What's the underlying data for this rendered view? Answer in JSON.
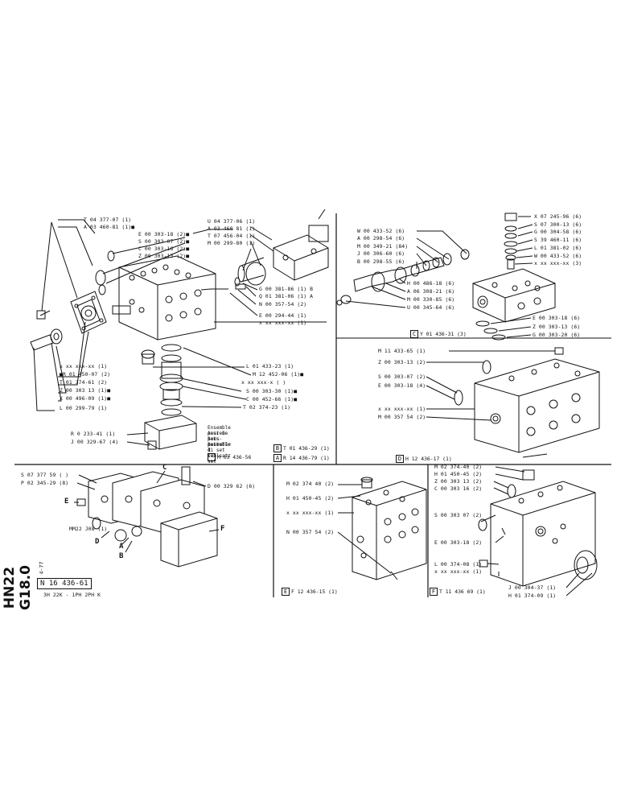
{
  "side_title": "HN22 G18.0",
  "side_small": "4-77",
  "drawing_number": "N 16 436-61",
  "drawing_subtitle": "3H 22K - 1PH   2PH  K",
  "group_A": {
    "labels": [
      "T 04 377-07 (1)",
      "A 03 460-81 (1)■",
      "E 00 303-18 (2)■",
      "S 00 303-07 (2)■",
      "C 00 303-16 (2)■",
      "Z 00 303-13 (2)■",
      "x xx xxx-xx (1)",
      "■R 01 450-07 (2)",
      "T 01 374-61 (2)",
      "Z 00 303 13 (1)■",
      "X 00 496-09 (1)■",
      "L 00 299-79 (1)"
    ],
    "right_labels": [
      "U 04 377-06 (1)",
      "A 03 460 81 (1)",
      "T 07 456-04 (1)",
      "M 00 299-80 (1)",
      "G 00 381-86 (1) B",
      "Q 01 381-06 (1) A",
      "N 00 357-54 (2)",
      "E 00 294-44 (1)",
      "x xx xxx-xx (1)"
    ],
    "lower_labels": [
      "L 01 433-23 (1)",
      "M 12 452-06 (1)■",
      "x xx xxx-x (  )",
      "S 00 303-30 (1)■",
      "C 00 452-66 (1)■",
      "T 02 374-23 (1)"
    ],
    "base_labels": [
      "R 0  233-41 (1)",
      "J 00 329-67 (4)"
    ],
    "note_lines": [
      "Ensemble pour 1 sous-ensemble",
      "Assieme per parte di set",
      "Sets per 1 sub-set",
      "Satz für 1 Teilsatz"
    ],
    "note_code": "M 03 436-56",
    "marker_B": "B",
    "marker_B_code": "T 01 436-29 (1)",
    "marker_A": "A",
    "marker_A_code": "R 14 436-79 (1)"
  },
  "group_C": {
    "top_labels": [
      "X 07 245-96 (6)",
      "S 07 300-13 (6)",
      "G 00 304-58 (6)",
      "S 39 460-11 (6)",
      "L 01 381-02 (6)",
      "W 00 433-52 (6)",
      "x xx xxx-xx (3)"
    ],
    "left_labels": [
      "W 00 433-52 (6)",
      "A 00 298-54 (6)",
      "M 00 349-21 (84)",
      "J 00 306-60 (6)",
      "B 00 298-55 (6)"
    ],
    "mid_labels": [
      "H 00 486-18 (6)",
      "A 06 308-21 (6)",
      "M 00 330-85 (6)",
      "U 00 345-64 (6)"
    ],
    "seal_labels": [
      "E 00 303-18 (6)",
      "Z 00 303-13 (6)",
      "G 00 303-20 (6)"
    ],
    "marker": "C",
    "marker_code": "Y 01 436-31 (3)"
  },
  "group_D": {
    "labels": [
      "M 11 433-65 (1)",
      "Z 00 303-13 (2)",
      "S 00 303-07 (2)",
      "E 00 303-18 (4)",
      "x xx xxx-xx (1)",
      "M 00 357 54 (2)"
    ],
    "marker": "D",
    "marker_code": "H 12 436-17 (1)"
  },
  "assembly": {
    "left_labels": [
      "S 07 377 59 (  )",
      "P 02 345-29 (8)"
    ],
    "right_label": "D 00 329 62 (6)",
    "small_label": "MM22 J08 (1)",
    "letters": [
      "A",
      "B",
      "C",
      "D",
      "E",
      "F"
    ]
  },
  "group_E": {
    "labels": [
      "M 02 374 40 (2)",
      "H 01 450-45 (2)",
      "x xx xxx-xx (1)",
      "N 00 357 54 (2)"
    ],
    "marker": "E",
    "marker_code": "F 12 436-15 (1)"
  },
  "group_F": {
    "labels": [
      "M 02 374-40 (2)",
      "H 01 450-45 (2)",
      "Z 00 303 13 (2)",
      "C 00 303 16 (2)",
      "S 00 303 07 (2)",
      "E 00 303-18 (2)",
      "L 00 374-08 (1)",
      "x xx xxx-xx (1)",
      "J 00 304-37 (1)",
      "H 01 374-09 (1)"
    ],
    "marker": "F",
    "marker_code": "T 11 436 69 (1)"
  }
}
